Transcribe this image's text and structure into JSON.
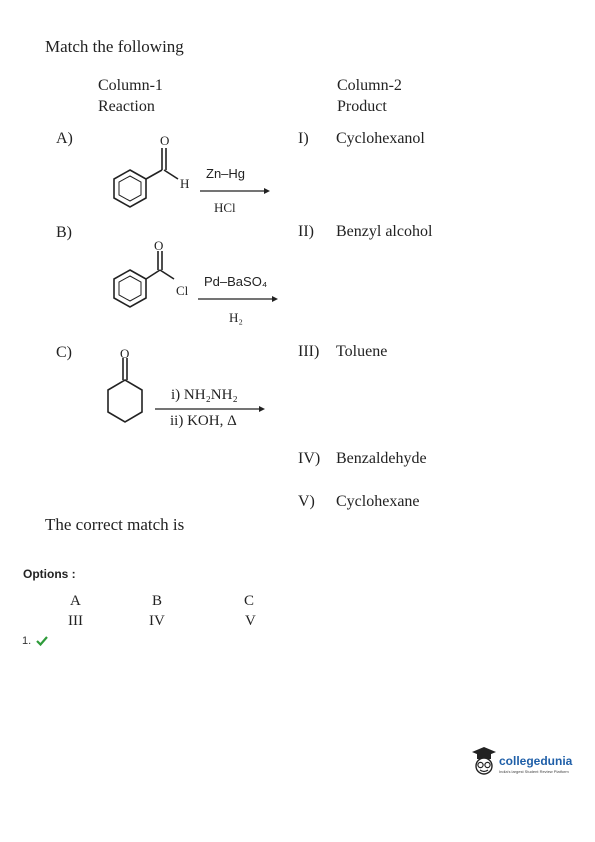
{
  "question": {
    "instruction": "Match the following",
    "column1_header": "Column-1",
    "column1_sub": "Reaction",
    "column2_header": "Column-2",
    "column2_sub": "Product",
    "reactions": [
      {
        "label": "A)",
        "atom_O": "O",
        "atom_H": "H",
        "reagent_top": "Zn–Hg",
        "reagent_bottom": "HCl"
      },
      {
        "label": "B)",
        "atom_O": "O",
        "atom_Cl": "Cl",
        "reagent_top": "Pd–BaSO₄",
        "reagent_bottom": "H₂"
      },
      {
        "label": "C)",
        "atom_O": "O",
        "reagent_top": "i) NH₂NH₂",
        "reagent_bottom": "ii) KOH, Δ"
      }
    ],
    "products": [
      {
        "num": "I)",
        "name": "Cyclohexanol"
      },
      {
        "num": "II)",
        "name": "Benzyl alcohol"
      },
      {
        "num": "III)",
        "name": "Toluene"
      },
      {
        "num": "IV)",
        "name": "Benzaldehyde"
      },
      {
        "num": "V)",
        "name": "Cyclohexane"
      }
    ],
    "prompt": "The correct match is"
  },
  "options": {
    "heading": "Options :",
    "list": [
      {
        "number": "1.",
        "correct": true,
        "check_icon": "check-mark-icon",
        "headers": [
          "A",
          "B",
          "C"
        ],
        "values": [
          "III",
          "IV",
          "V"
        ]
      }
    ]
  },
  "logo": {
    "name": "collegedunia",
    "tagline": "India's largest Student Review Platform",
    "colors": {
      "text": "#1f5fa8",
      "mascot": "#222222"
    }
  }
}
